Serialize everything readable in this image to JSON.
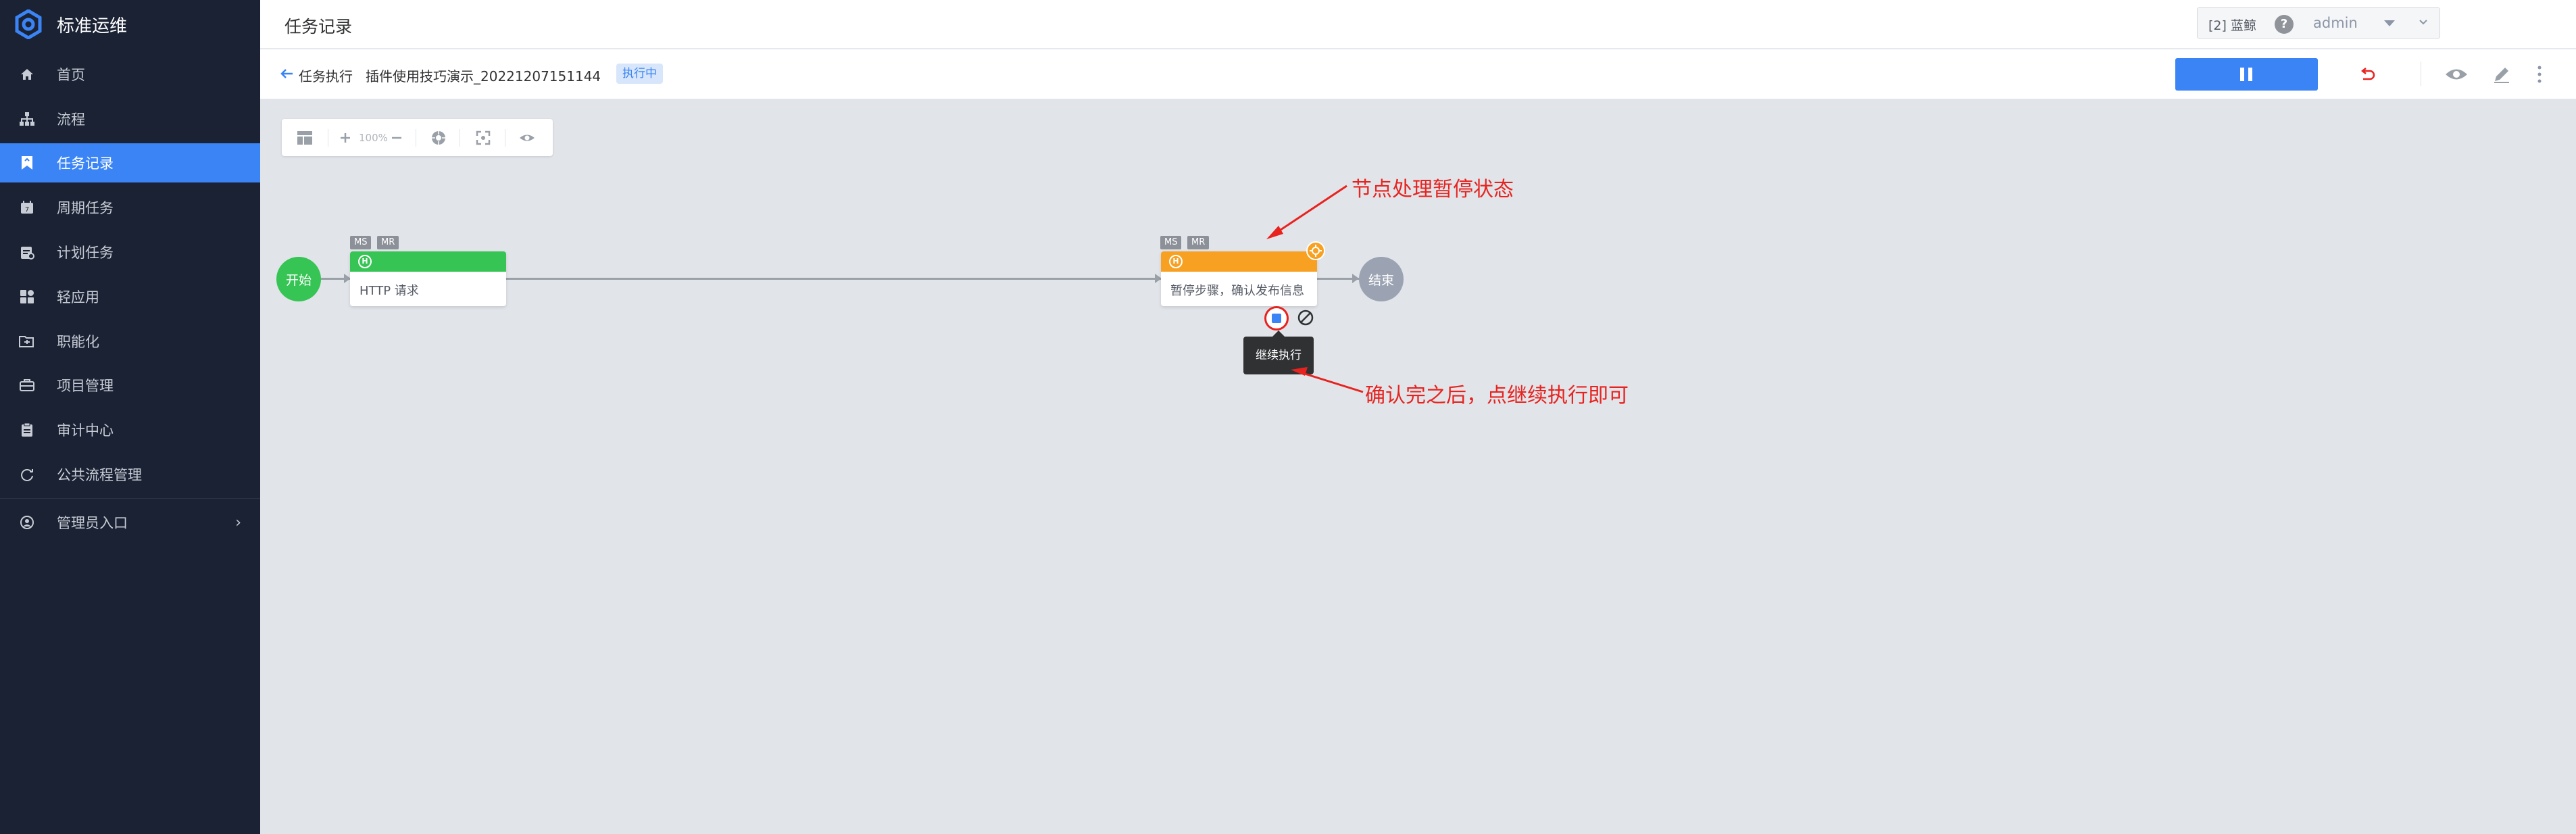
{
  "app": {
    "name": "标准运维"
  },
  "sidebar": {
    "items": [
      {
        "label": "首页",
        "icon": "home-icon"
      },
      {
        "label": "流程",
        "icon": "flow-tree-icon"
      },
      {
        "label": "任务记录",
        "icon": "bookmark-icon",
        "active": true
      },
      {
        "label": "周期任务",
        "icon": "periodic-calendar-icon"
      },
      {
        "label": "计划任务",
        "icon": "plan-calendar-icon"
      },
      {
        "label": "轻应用",
        "icon": "grid-apps-icon"
      },
      {
        "label": "职能化",
        "icon": "folder-function-icon"
      },
      {
        "label": "项目管理",
        "icon": "briefcase-icon"
      },
      {
        "label": "审计中心",
        "icon": "clipboard-icon"
      },
      {
        "label": "公共流程管理",
        "icon": "refresh-cycle-icon"
      },
      {
        "label": "管理员入口",
        "icon": "user-circle-icon"
      }
    ]
  },
  "header": {
    "page_title": "任务记录",
    "env_select": "[2] 蓝鲸",
    "user": "admin"
  },
  "subheader": {
    "title": "任务执行",
    "task_name": "插件使用技巧演示_20221207151144",
    "status": "执行中"
  },
  "canvas_toolbar": {
    "zoom": "100%"
  },
  "flow": {
    "start_label": "开始",
    "end_label": "结束",
    "node1": {
      "tags": [
        "MS",
        "MR"
      ],
      "label": "HTTP 请求",
      "header_color": "#36c454"
    },
    "node2": {
      "tags": [
        "MS",
        "MR"
      ],
      "label": "暂停步骤，确认发布信息",
      "header_color": "#f7a021"
    }
  },
  "tooltip": "继续执行",
  "annotations": {
    "pause_note": "节点处理暂停状态",
    "resume_note": "确认完之后，点继续执行即可"
  },
  "colors": {
    "primary": "#3a84f5",
    "sidebar_bg": "#1a2234",
    "annotation": "#e8231f"
  }
}
